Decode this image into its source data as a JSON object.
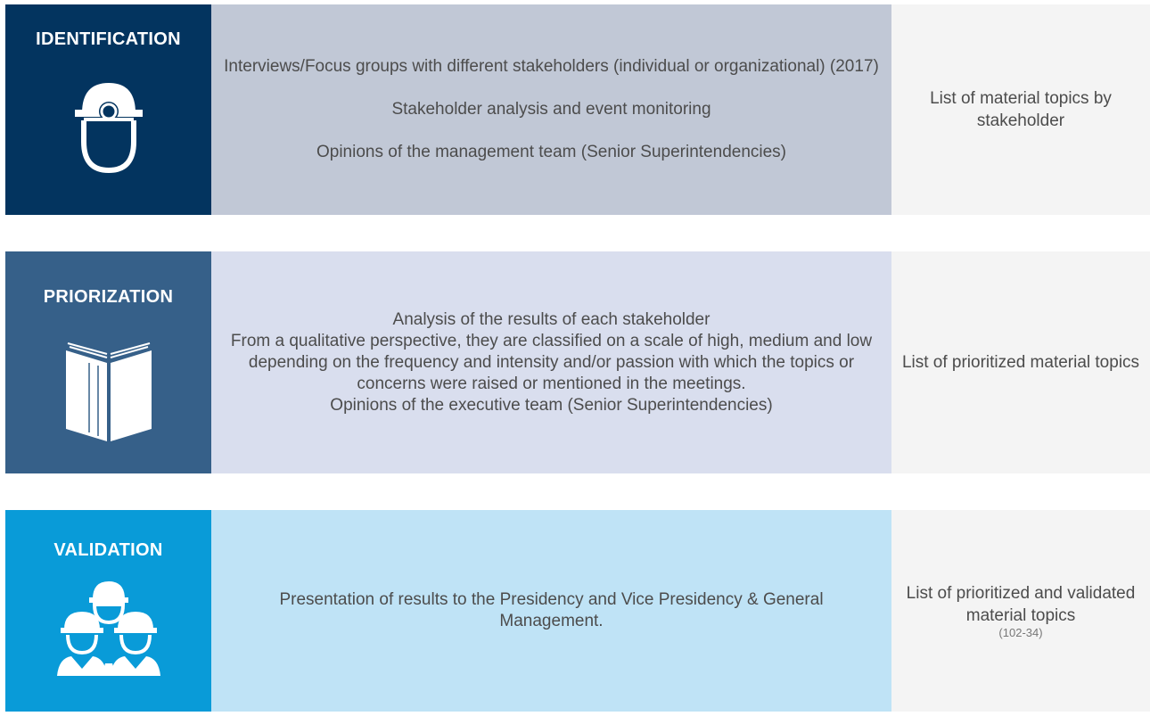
{
  "stages": [
    {
      "title": "IDENTIFICATION",
      "icon": "helmet-icon",
      "description": [
        "Interviews/Focus groups with different stakeholders (individual or organizational) (2017)",
        "Stakeholder analysis and event monitoring",
        "Opinions of the management team (Senior Superintendencies)"
      ],
      "output": "List of material topics by stakeholder",
      "color": "#03345f",
      "desc_color": "#c1c8d6"
    },
    {
      "title": "PRIORIZATION",
      "icon": "book-icon",
      "description": [
        "Analysis of the results of each stakeholder",
        "From a qualitative perspective, they are classified on a scale of high, medium and low depending on the frequency and intensity and/or passion with which the topics or concerns were raised or mentioned in the meetings.",
        "Opinions of the executive team (Senior Superintendencies)"
      ],
      "output": "List of prioritized material topics",
      "color": "#366089",
      "desc_color": "#d9deee"
    },
    {
      "title": "VALIDATION",
      "icon": "workers-group-icon",
      "description": [
        "Presentation of results to the Presidency and Vice Presidency & General Management."
      ],
      "output": "List of prioritized and validated material topics",
      "output_ref": "(102-34)",
      "color": "#099bd8",
      "desc_color": "#bfe3f6"
    }
  ]
}
